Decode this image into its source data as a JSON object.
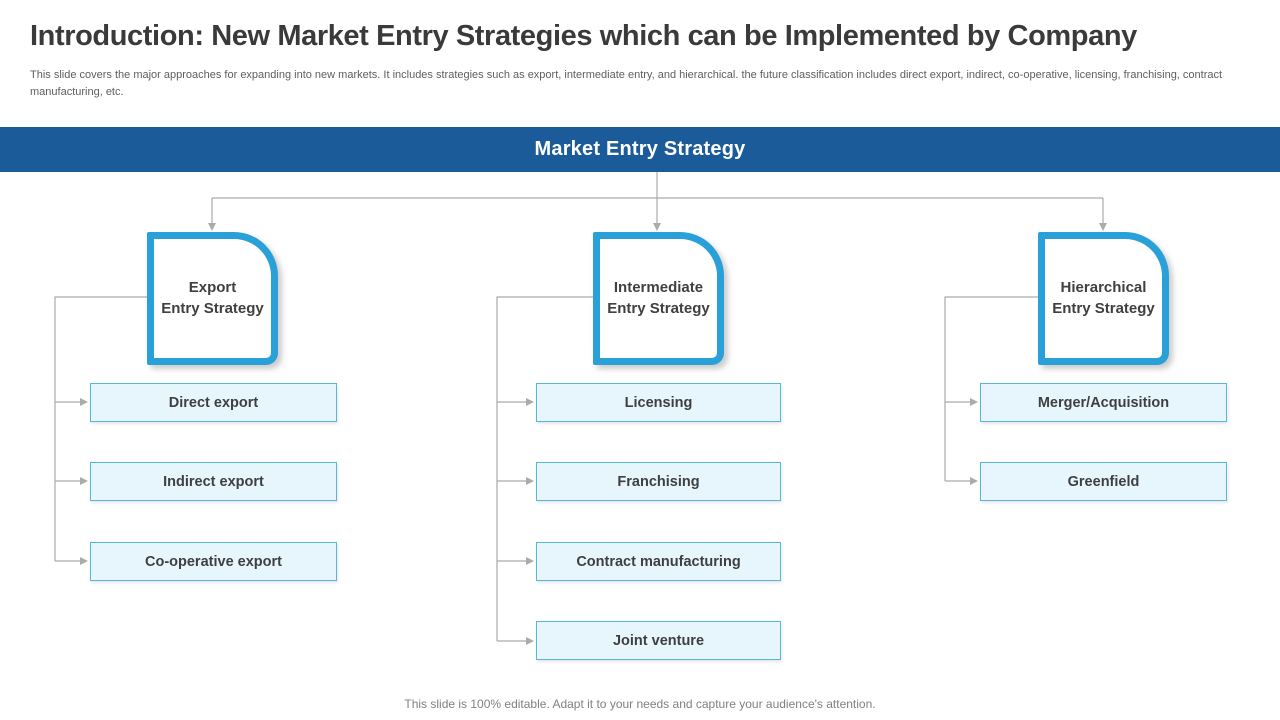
{
  "slide": {
    "title": "Introduction: New Market Entry Strategies which can be Implemented by Company",
    "subtitle": "This slide covers the major approaches for expanding into new markets. It includes strategies such as export, intermediate entry, and hierarchical. the future classification includes direct export, indirect, co-operative, licensing, franchising, contract manufacturing, etc.",
    "footer": "This slide is 100% editable. Adapt it to your needs and capture your audience's attention."
  },
  "banner": {
    "label": "Market Entry Strategy"
  },
  "colors": {
    "banner_blue": "#1C5B99",
    "shape_border_cyan": "#29A0D8",
    "item_fill": "#E6F6FC",
    "item_border": "#54B8D6",
    "connector_gray": "#ABABAB",
    "text_dark": "#404040"
  },
  "diagram": {
    "columns": [
      {
        "parent_line1": "Export",
        "parent_line2": "Entry Strategy",
        "items": [
          "Direct export",
          "Indirect export",
          "Co-operative export"
        ]
      },
      {
        "parent_line1": "Intermediate",
        "parent_line2": "Entry Strategy",
        "items": [
          "Licensing",
          "Franchising",
          "Contract manufacturing",
          "Joint venture"
        ]
      },
      {
        "parent_line1": "Hierarchical",
        "parent_line2": "Entry Strategy",
        "items": [
          "Merger/Acquisition",
          "Greenfield"
        ]
      }
    ]
  }
}
